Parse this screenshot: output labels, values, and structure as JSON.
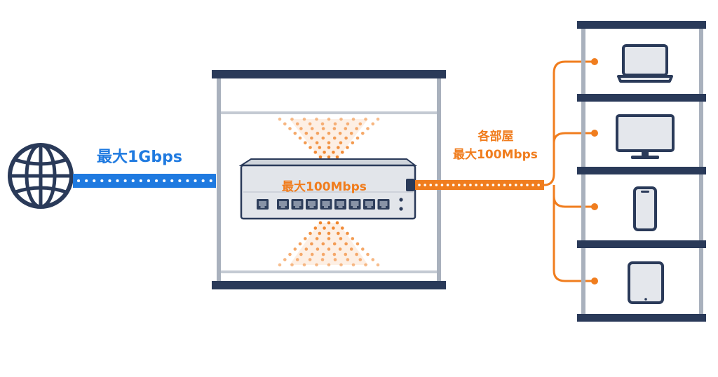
{
  "colors": {
    "navy": "#2a3a59",
    "blue": "#1f7ae0",
    "orange": "#f07d1e",
    "shelf": "#a9b1bd",
    "device_fill": "#e4e7ec",
    "switch_body": "#e2e5ea",
    "port": "#2f3f5c"
  },
  "labels": {
    "internet_speed": "最大1Gbps",
    "switch_speed": "最大100Mbps",
    "rooms_line1": "各部屋",
    "rooms_line2": "最大100Mbps"
  },
  "icons": {
    "internet": "globe-icon",
    "devices": [
      "laptop-icon",
      "monitor-icon",
      "smartphone-icon",
      "tablet-icon"
    ]
  },
  "switch": {
    "uplink_ports": 1,
    "lan_ports": 8,
    "status_leds": 2
  }
}
